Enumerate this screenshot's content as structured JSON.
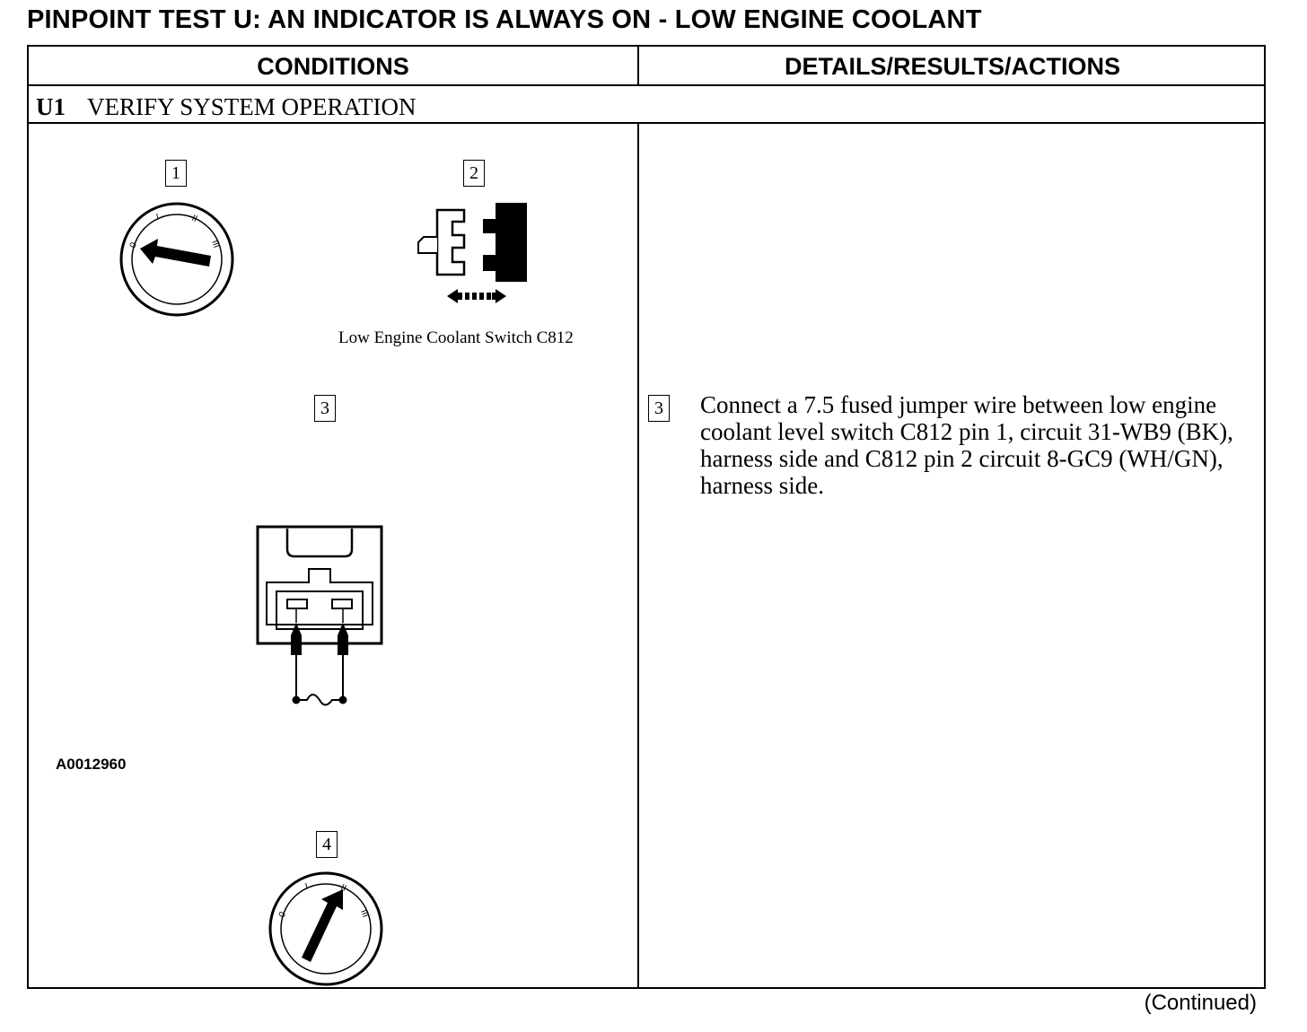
{
  "page": {
    "title": "PINPOINT TEST U:  AN INDICATOR IS ALWAYS ON - LOW ENGINE COOLANT",
    "continued": "(Continued)"
  },
  "table": {
    "headers": {
      "conditions": "CONDITIONS",
      "details": "DETAILS/RESULTS/ACTIONS"
    },
    "step": {
      "id": "U1",
      "title": "VERIFY SYSTEM OPERATION"
    }
  },
  "figure": {
    "callouts": [
      "1",
      "2",
      "3",
      "4"
    ],
    "connector_caption": "Low Engine Coolant Switch C812",
    "figure_id": "A0012960",
    "ignition_positions": [
      "0",
      "I",
      "II",
      "III"
    ]
  },
  "actions": [
    {
      "callout": "3",
      "text": "Connect a 7.5 fused jumper wire between low engine coolant level switch C812 pin 1, circuit 31-WB9 (BK), harness side and C812 pin 2 circuit 8-GC9 (WH/GN), harness side."
    }
  ]
}
